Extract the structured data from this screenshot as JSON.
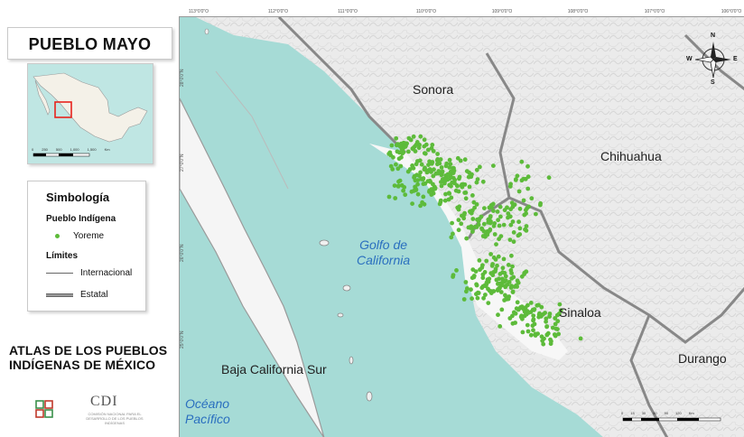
{
  "title": "PUEBLO MAYO",
  "legend": {
    "title": "Simbología",
    "pueblo_header": "Pueblo Indígena",
    "pueblo_item": "Yoreme",
    "limits_header": "Límites",
    "international": "Internacional",
    "state": "Estatal"
  },
  "atlas_title": [
    "ATLAS DE LOS PUEBLOS",
    "INDÍGENAS DE MÉXICO"
  ],
  "cdi": {
    "name": "CDI",
    "subtitle": "COMISIÓN NACIONAL PARA EL DESARROLLO DE LOS PUEBLOS INDÍGENAS"
  },
  "map_labels": {
    "sonora": "Sonora",
    "chihuahua": "Chihuahua",
    "sinaloa": "Sinaloa",
    "durango": "Durango",
    "baja_california_sur": "Baja California Sur",
    "golfo": [
      "Golfo de",
      "California"
    ],
    "oceano": [
      "Océano",
      "Pacífico"
    ]
  },
  "compass": {
    "n": "N",
    "s": "S",
    "e": "E",
    "w": "W"
  },
  "top_ticks": [
    "113°0'0\"O",
    "112°0'0\"O",
    "111°0'0\"O",
    "110°0'0\"O",
    "109°0'0\"O",
    "108°0'0\"O",
    "107°0'0\"O",
    "106°0'0\"O"
  ],
  "lat_ticks": [
    "28°0'0\"N",
    "27°0'0\"N",
    "26°0'0\"N",
    "25°0'0\"N"
  ],
  "inset_scale": [
    "0",
    "250",
    "500",
    "1,000",
    "1,500",
    "Km"
  ],
  "scale_labels": [
    "0",
    "15",
    "30",
    "60",
    "90",
    "120",
    "Km"
  ],
  "colors": {
    "sea": "#a6dbd6",
    "land": "#e9e9e9",
    "dots": "#5dbb3a",
    "label_blue": "#2a6fbf",
    "inset_box": "#e8231d"
  }
}
